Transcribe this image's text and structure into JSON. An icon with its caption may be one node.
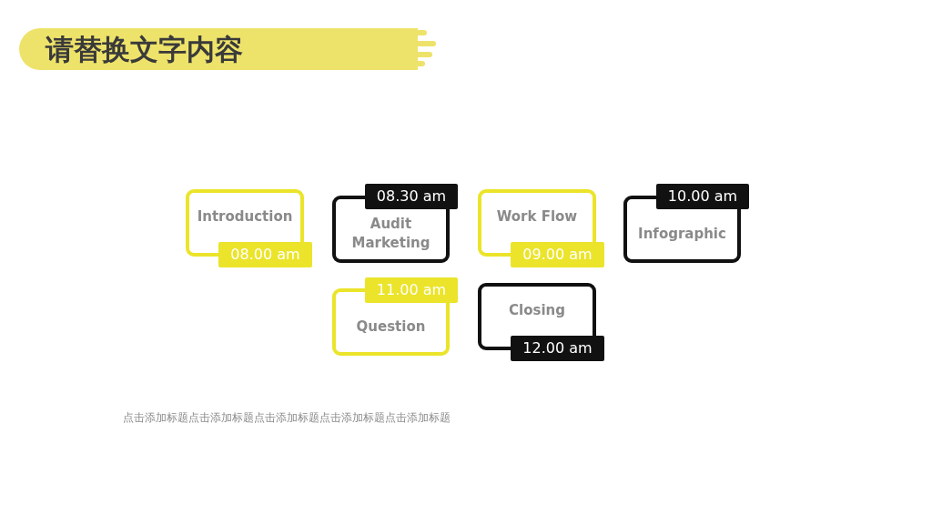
{
  "diagram": {
    "title": "请替换文字内容",
    "nodes": [
      {
        "text": [
          "Introduction",
          "08.00 am"
        ]
      },
      {
        "text": [
          "08.30 am",
          "Audit Marketing"
        ]
      },
      {
        "text": [
          "Work Flow",
          "09.00 am"
        ]
      },
      {
        "text": [
          "10.00 am",
          "Infographic"
        ]
      },
      {
        "text": [
          "11.00 am",
          "Question"
        ]
      },
      {
        "text": [
          "Closing",
          "12.00 am"
        ]
      }
    ],
    "labels": [
      "点击添加标题点击添加标题点击添加标题点击添加标题点击添加标题"
    ]
  }
}
